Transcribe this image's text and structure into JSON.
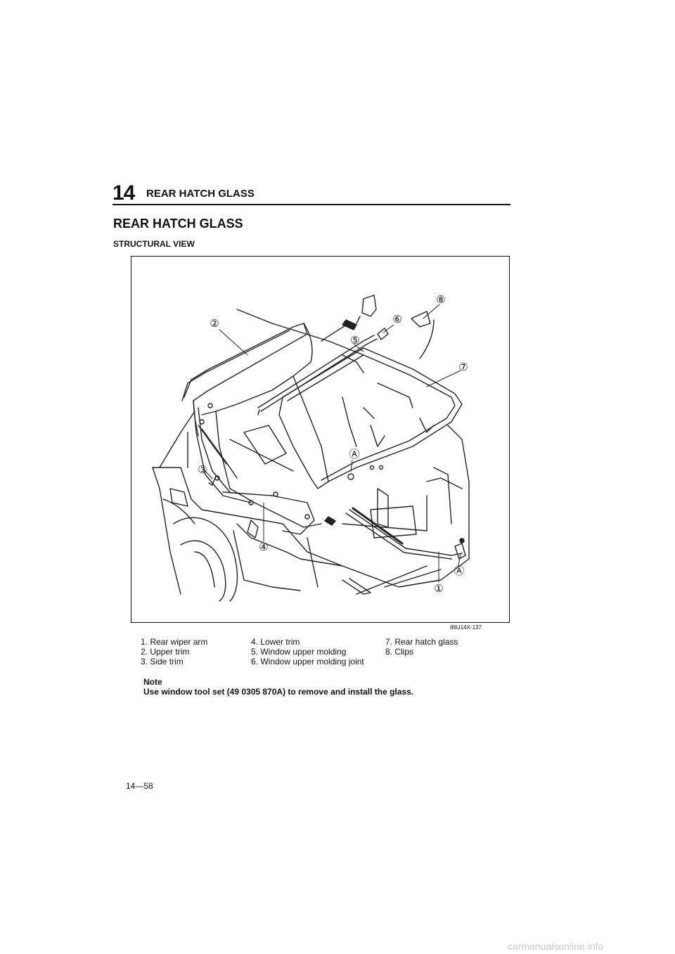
{
  "header": {
    "number": "14",
    "title": "REAR HATCH GLASS"
  },
  "section_title": "REAR HATCH GLASS",
  "subsection_title": "STRUCTURAL VIEW",
  "figure": {
    "code": "86U14X-137",
    "callouts": [
      "①",
      "②",
      "③",
      "④",
      "⑤",
      "⑥",
      "⑦",
      "⑧",
      "Ⓐ",
      "Ⓐ"
    ]
  },
  "legend": {
    "col1": [
      "1. Rear wiper arm",
      "2. Upper trim",
      "3. Side trim"
    ],
    "col2": [
      "4. Lower trim",
      "5. Window upper molding",
      "6. Window upper molding joint"
    ],
    "col3": [
      "7. Rear hatch glass",
      "8. Clips"
    ]
  },
  "note": {
    "heading": "Note",
    "text": "Use window tool set (49 0305 870A) to remove and install the glass."
  },
  "page_number": "14—58",
  "watermark": "carmanualsonline.info"
}
